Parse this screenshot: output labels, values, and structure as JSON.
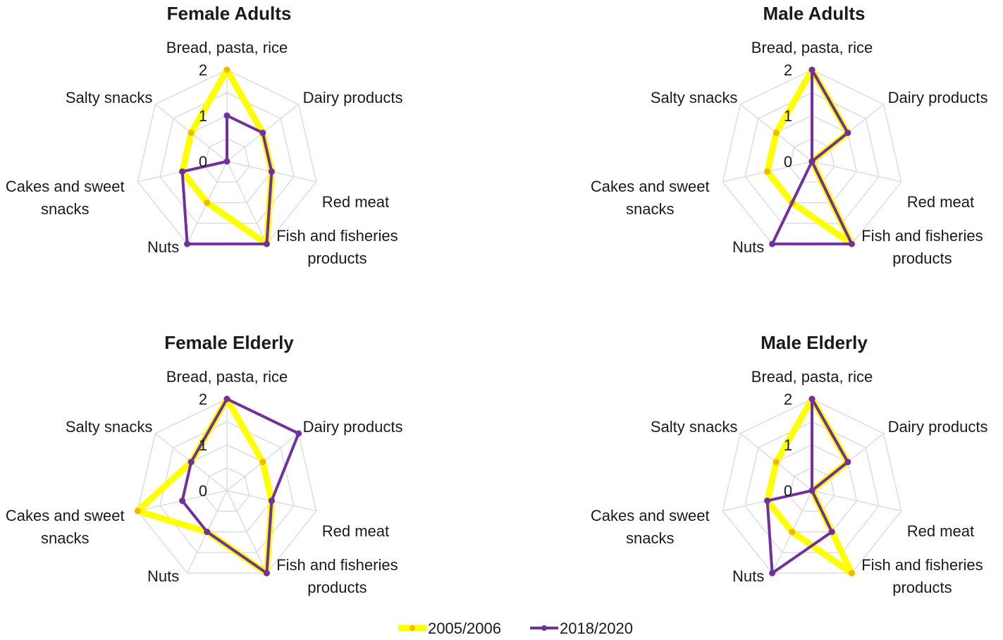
{
  "chart_data": {
    "type": "radar",
    "categories": [
      "Bread, pasta, rice",
      "Dairy products",
      "Red meat",
      "Fish and fisheries products",
      "Nuts",
      "Cakes and sweet snacks",
      "Salty snacks"
    ],
    "category_label_lines": [
      [
        "Bread, pasta, rice"
      ],
      [
        "Dairy products"
      ],
      [
        "Red meat"
      ],
      [
        "Fish and fisheries",
        "products"
      ],
      [
        "Nuts"
      ],
      [
        "Cakes and sweet",
        "snacks"
      ],
      [
        "Salty snacks"
      ]
    ],
    "rlim": [
      0,
      2
    ],
    "tick_labels": [
      "0",
      "1",
      "2"
    ],
    "grid": true,
    "legend": {
      "placement": "bottom-center",
      "entries": [
        "2005/2006",
        "2018/2020"
      ]
    },
    "colors": {
      "2005/2006": "#FFFF00",
      "2018/2020": "#7030A0",
      "marker_2005": "#F5B800",
      "grid": "#D9D9D9"
    },
    "panels": [
      {
        "title": "Female Adults",
        "series": [
          {
            "name": "2005/2006",
            "values": [
              2,
              1,
              1,
              2,
              1,
              1,
              1
            ]
          },
          {
            "name": "2018/2020",
            "values": [
              1,
              1,
              1,
              2,
              2,
              1,
              0
            ]
          }
        ]
      },
      {
        "title": "Male Adults",
        "series": [
          {
            "name": "2005/2006",
            "values": [
              2,
              1,
              0,
              2,
              1,
              1,
              1
            ]
          },
          {
            "name": "2018/2020",
            "values": [
              2,
              1,
              0,
              2,
              2,
              0,
              0
            ]
          }
        ]
      },
      {
        "title": "Female Elderly",
        "series": [
          {
            "name": "2005/2006",
            "values": [
              2,
              1,
              1,
              2,
              1,
              2,
              1
            ]
          },
          {
            "name": "2018/2020",
            "values": [
              2,
              2,
              1,
              2,
              1,
              1,
              1
            ]
          }
        ]
      },
      {
        "title": "Male Elderly",
        "series": [
          {
            "name": "2005/2006",
            "values": [
              2,
              1,
              0,
              2,
              1,
              1,
              1
            ]
          },
          {
            "name": "2018/2020",
            "values": [
              2,
              1,
              0,
              1,
              2,
              1,
              0
            ]
          }
        ]
      }
    ]
  }
}
